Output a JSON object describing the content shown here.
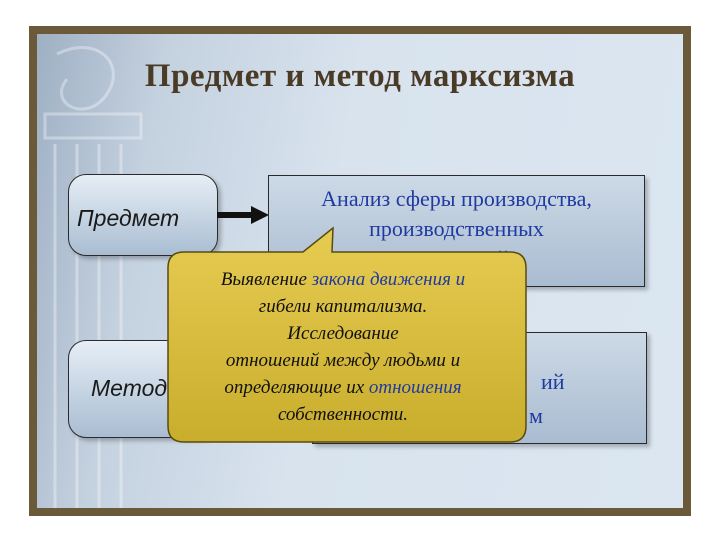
{
  "slide": {
    "title": "Предмет и метод марксизма",
    "subject_label": "Предмет",
    "method_label": "Метод",
    "subject_box": {
      "line1": "Анализ сферы производства,",
      "line2": "производственных",
      "line3": "отношений"
    },
    "method_box": {
      "fragment1": "ий",
      "fragment2": "м"
    },
    "callout": {
      "l1a": "Выявление",
      "l1b": "закона движения и",
      "l2": "гибели капитализма.",
      "l3": "Исследование",
      "l4": "отношений между людьми и",
      "l5a": "определяющие их",
      "l5b": "отношения",
      "l6": "собственности."
    }
  },
  "colors": {
    "frame": "#6b5a3a",
    "title": "#4a3b27",
    "box_text": "#1f3aa0",
    "callout_fill": "#d9bf3a"
  }
}
